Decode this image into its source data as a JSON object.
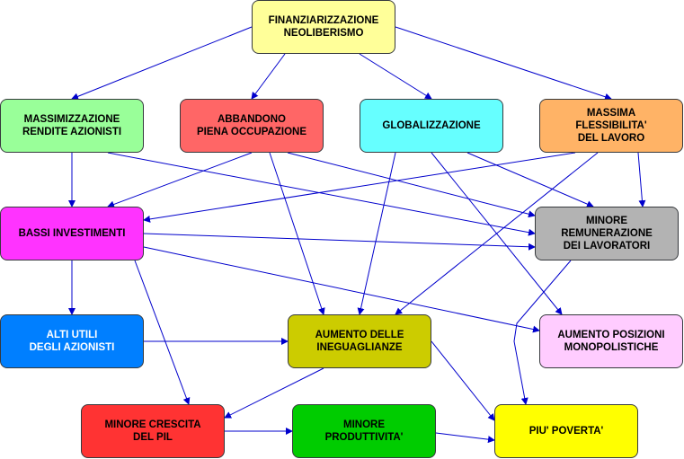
{
  "nodes": [
    {
      "id": "finanz",
      "label": "FINANZIARIZZAZIONE\nNEOLIBERISMO",
      "color": "#ffff99"
    },
    {
      "id": "massim",
      "label": "MASSIMIZZAZIONE\nRENDITE AZIONISTI",
      "color": "#99ff99"
    },
    {
      "id": "abband",
      "label": "ABBANDONO\nPIENA OCCUPAZIONE",
      "color": "#ff6666"
    },
    {
      "id": "global",
      "label": "GLOBALIZZAZIONE",
      "color": "#66ffff"
    },
    {
      "id": "flex",
      "label": "MASSIMA\nFLESSIBILITA'\nDEL LAVORO",
      "color": "#ffb366"
    },
    {
      "id": "bassi",
      "label": "BASSI INVESTIMENTI",
      "color": "#ff33ff"
    },
    {
      "id": "minrem",
      "label": "MINORE\nREMUNERAZIONE\nDEI LAVORATORI",
      "color": "#b3b3b3"
    },
    {
      "id": "alti",
      "label": "ALTI UTILI\nDEGLI AZIONISTI",
      "color": "#007fff",
      "text_color": "#ffffff"
    },
    {
      "id": "ineg",
      "label": "AUMENTO DELLE\nINEGUAGLIANZE",
      "color": "#cccc00"
    },
    {
      "id": "monop",
      "label": "AUMENTO POSIZIONI\nMONOPOLISTICHE",
      "color": "#ffccff"
    },
    {
      "id": "crescita",
      "label": "MINORE CRESCITA\nDEL PIL",
      "color": "#ff3333"
    },
    {
      "id": "produt",
      "label": "MINORE\nPRODUTTIVITA'",
      "color": "#00cc00"
    },
    {
      "id": "poverta",
      "label": "PIU' POVERTA'",
      "color": "#ffff00"
    }
  ],
  "edges": [
    [
      "finanz",
      "massim"
    ],
    [
      "finanz",
      "abband"
    ],
    [
      "finanz",
      "global"
    ],
    [
      "finanz",
      "flex"
    ],
    [
      "massim",
      "bassi"
    ],
    [
      "massim",
      "minrem"
    ],
    [
      "abband",
      "bassi"
    ],
    [
      "abband",
      "ineg"
    ],
    [
      "abband",
      "minrem"
    ],
    [
      "global",
      "ineg"
    ],
    [
      "global",
      "minrem"
    ],
    [
      "global",
      "monop"
    ],
    [
      "flex",
      "bassi"
    ],
    [
      "flex",
      "minrem"
    ],
    [
      "flex",
      "ineg"
    ],
    [
      "bassi",
      "minrem"
    ],
    [
      "bassi",
      "alti"
    ],
    [
      "bassi",
      "monop"
    ],
    [
      "bassi",
      "crescita"
    ],
    [
      "minrem",
      "poverta"
    ],
    [
      "alti",
      "ineg"
    ],
    [
      "ineg",
      "crescita"
    ],
    [
      "ineg",
      "poverta"
    ],
    [
      "crescita",
      "produt"
    ],
    [
      "produt",
      "poverta"
    ]
  ],
  "edge_color": "#0000cc"
}
